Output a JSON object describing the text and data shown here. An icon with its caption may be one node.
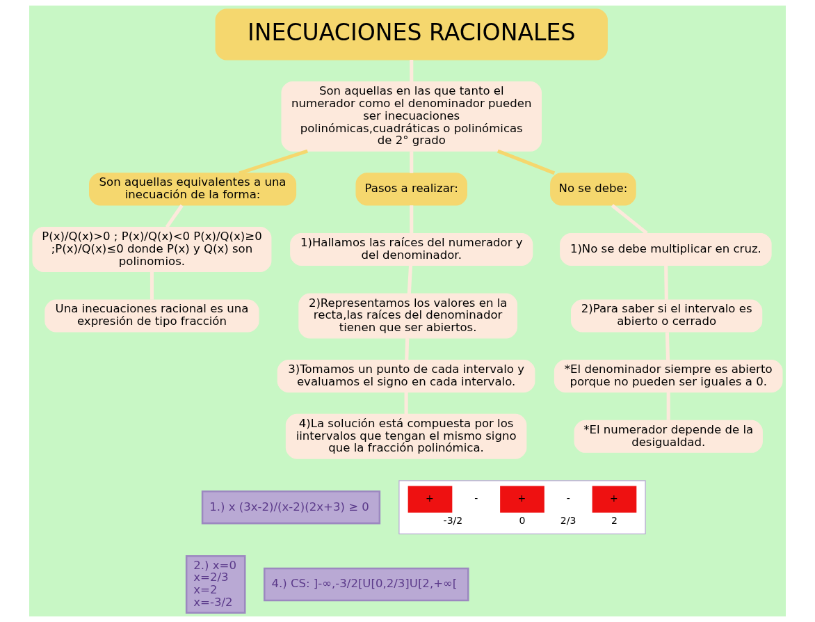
{
  "diagram": {
    "nodes": [
      {
        "text": [
          "INECUACIONES RACIONALES"
        ]
      },
      {
        "text": [
          "Son aquellas en las que tanto el numerador como el denominador pueden ser inecuaciones polinómicas,cuadráticas o polinómicas de 2° grado"
        ]
      },
      {
        "text": [
          "Son aquellas equivalentes a una inecuación de la forma:"
        ]
      },
      {
        "text": [
          "Pasos a realizar:"
        ]
      },
      {
        "text": [
          "No se debe:"
        ]
      },
      {
        "text": [
          "P(x)/Q(x)>0 ; P(x)/Q(x)<0 P(x)/Q(x)≥0 ;P(x)/Q(x)≤0 donde P(x) y Q(x) son polinomios."
        ]
      },
      {
        "text": [
          "Una inecuaciones racional es una expresión de tipo fracción"
        ]
      },
      {
        "text": [
          "1)Hallamos las raíces del numerador y del denominador."
        ]
      },
      {
        "text": [
          "2)Representamos los valores en la recta,las raíces del denominador tienen que ser abiertos."
        ]
      },
      {
        "text": [
          "3)Tomamos un punto de cada intervalo y evaluamos el signo en cada intervalo."
        ]
      },
      {
        "text": [
          "4)La solución está compuesta por los iintervalos que tengan el mismo signo que la fracción polinómica."
        ]
      },
      {
        "text": [
          "1)No se debe multiplicar en cruz."
        ]
      },
      {
        "text": [
          "2)Para saber si el intervalo es abierto o cerrado"
        ]
      },
      {
        "text": [
          "*El denominador siempre es abierto porque no pueden ser iguales a 0."
        ]
      },
      {
        "text": [
          "*El numerador depende de la desigualdad."
        ]
      },
      {
        "text": [
          "1.) x (3x-2)/(x-2)(2x+3) ≥ 0"
        ]
      },
      {
        "text": [
          "+",
          "-",
          "+",
          "-",
          "+",
          "-3/2",
          "0",
          "2/3",
          "2"
        ]
      },
      {
        "text": [
          "2.) x=0",
          "x=2/3",
          "x=2",
          "x=-3/2"
        ]
      },
      {
        "text": [
          "4.) CS: ]-∞,-3/2[U[0,2/3]U[2,+∞["
        ]
      }
    ],
    "edges": [
      {
        "from": 0,
        "to": 1,
        "arrow": "none"
      },
      {
        "from": 1,
        "to": 2,
        "arrow": "none",
        "color": "#f5d76e"
      },
      {
        "from": 1,
        "to": 3,
        "arrow": "none"
      },
      {
        "from": 1,
        "to": 4,
        "arrow": "none",
        "color": "#f5d76e"
      },
      {
        "from": 2,
        "to": 5,
        "arrow": "none"
      },
      {
        "from": 5,
        "to": 6,
        "arrow": "none"
      },
      {
        "from": 3,
        "to": 7,
        "arrow": "none"
      },
      {
        "from": 7,
        "to": 8,
        "arrow": "none"
      },
      {
        "from": 8,
        "to": 9,
        "arrow": "none"
      },
      {
        "from": 9,
        "to": 10,
        "arrow": "none"
      },
      {
        "from": 4,
        "to": 11,
        "arrow": "none"
      },
      {
        "from": 11,
        "to": 12,
        "arrow": "none"
      },
      {
        "from": 12,
        "to": 13,
        "arrow": "none"
      },
      {
        "from": 13,
        "to": 14,
        "arrow": "none"
      }
    ]
  }
}
